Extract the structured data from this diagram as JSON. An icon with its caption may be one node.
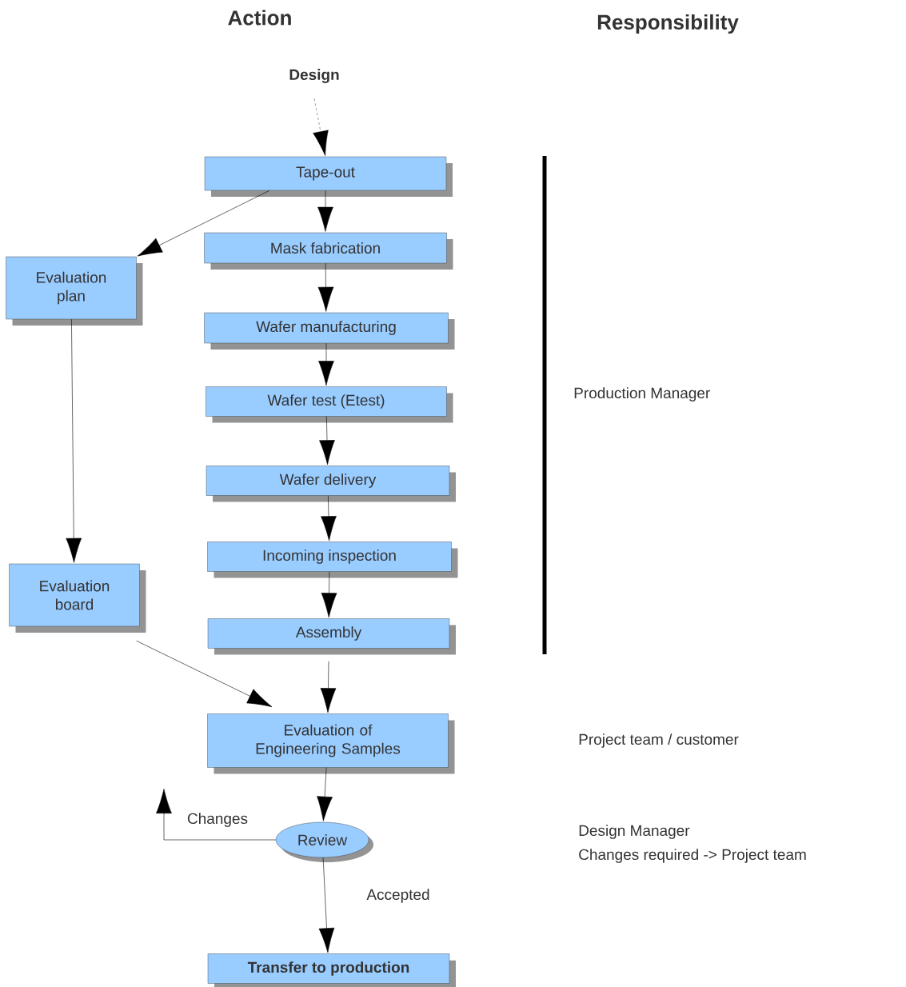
{
  "diagram": {
    "nodes": [
      {
        "text": [
          "Design"
        ]
      },
      {
        "text": [
          "Tape-out"
        ]
      },
      {
        "text": [
          "Mask fabrication"
        ]
      },
      {
        "text": [
          "Wafer manufacturing"
        ]
      },
      {
        "text": [
          "Wafer test (Etest)"
        ]
      },
      {
        "text": [
          "Wafer delivery"
        ]
      },
      {
        "text": [
          "Incoming inspection"
        ]
      },
      {
        "text": [
          "Assembly"
        ]
      },
      {
        "text": [
          "Evaluation plan"
        ]
      },
      {
        "text": [
          "Evaluation board"
        ]
      },
      {
        "text": [
          "Evaluation of Engineering Samples"
        ]
      },
      {
        "text": [
          "Review"
        ]
      },
      {
        "text": [
          "Transfer to production"
        ]
      }
    ],
    "edges": [
      {
        "from": 0,
        "to": 1,
        "arrow": "to",
        "style": "dashed"
      },
      {
        "from": 1,
        "to": 2,
        "arrow": "to"
      },
      {
        "from": 2,
        "to": 3,
        "arrow": "to"
      },
      {
        "from": 3,
        "to": 4,
        "arrow": "to"
      },
      {
        "from": 4,
        "to": 5,
        "arrow": "to"
      },
      {
        "from": 5,
        "to": 6,
        "arrow": "to"
      },
      {
        "from": 6,
        "to": 7,
        "arrow": "to"
      },
      {
        "from": 7,
        "to": 10,
        "arrow": "to"
      },
      {
        "from": 10,
        "to": 11,
        "arrow": "to"
      },
      {
        "from": 11,
        "to": 12,
        "arrow": "to",
        "label": "Accepted"
      },
      {
        "from": 1,
        "to": 8,
        "arrow": "to"
      },
      {
        "from": 8,
        "to": 9,
        "arrow": "to"
      },
      {
        "from": 9,
        "to": 10,
        "arrow": "to"
      },
      {
        "from": 11,
        "to": null,
        "arrow": "to",
        "label": "Changes"
      }
    ],
    "labels": [
      "Action",
      "Responsibility",
      "Production Manager",
      "Project team / customer",
      "Design Manager",
      "Changes required -> Project team"
    ]
  }
}
